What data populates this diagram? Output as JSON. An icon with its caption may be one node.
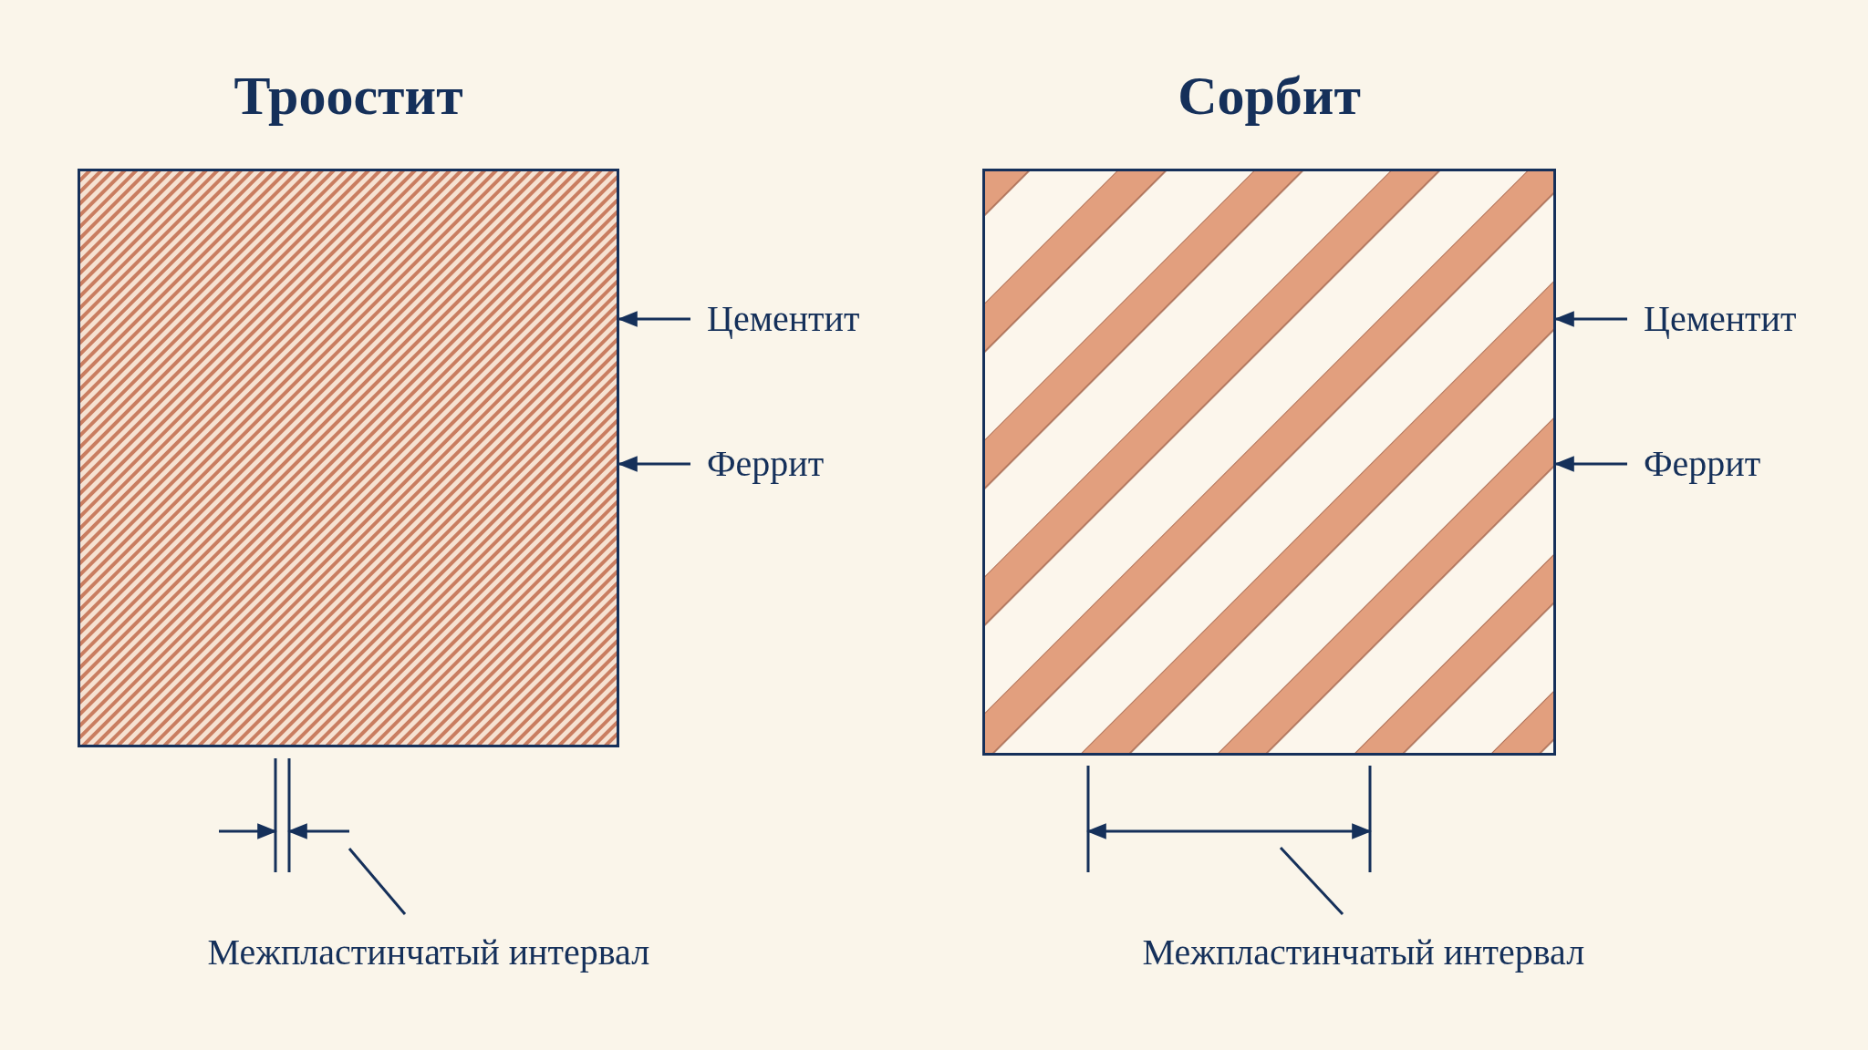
{
  "diagram": {
    "nodes": [
      {
        "text": [
          "Троостит"
        ]
      },
      {
        "text": [
          "Цементит"
        ]
      },
      {
        "text": [
          "Феррит"
        ]
      },
      {
        "text": [
          "Межпластинчатый интервал"
        ]
      },
      {
        "text": [
          "Сорбит"
        ]
      },
      {
        "text": [
          "Цементит"
        ]
      },
      {
        "text": [
          "Феррит"
        ]
      },
      {
        "text": [
          "Межпластинчатый интервал"
        ]
      }
    ],
    "edges": [
      {
        "from": 1,
        "to": 0,
        "arrow": "to"
      },
      {
        "from": 2,
        "to": 0,
        "arrow": "to"
      },
      {
        "from": 3,
        "to": null,
        "arrow": "none"
      },
      {
        "from": 5,
        "to": 4,
        "arrow": "to"
      },
      {
        "from": 6,
        "to": 4,
        "arrow": "to"
      },
      {
        "from": 7,
        "to": null,
        "arrow": "none"
      }
    ]
  }
}
